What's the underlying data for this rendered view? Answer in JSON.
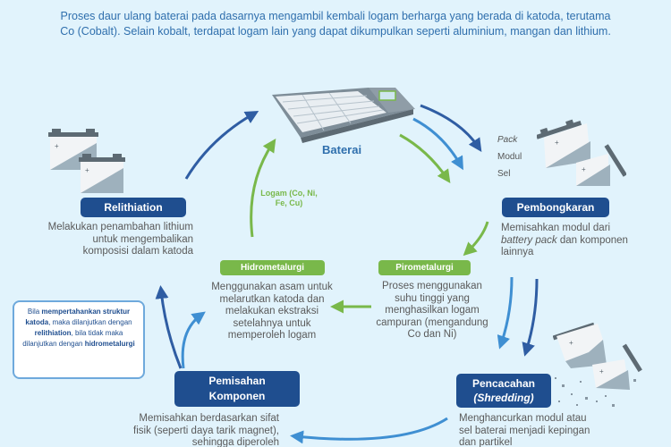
{
  "intro": {
    "text": "Proses daur ulang baterai pada dasarnya mengambil kembali logam berharga yang berada di katoda, terutama Co (Cobalt). Selain kobalt, terdapat logam lain yang dapat dikumpulkan seperti aluminium, mangan dan lithium."
  },
  "center": {
    "battery_label": "Baterai",
    "logam_label": "Logam (Co, Ni, Fe, Cu)"
  },
  "stack_labels": {
    "pack": "Pack",
    "modul": "Modul",
    "sel": "Sel"
  },
  "steps": {
    "relithiation": {
      "title": "Relithiation",
      "desc": "Melakukan penambahan lithium untuk mengembalikan komposisi dalam katoda"
    },
    "pembongkaran": {
      "title": "Pembongkaran",
      "desc_italic": "battery pack",
      "desc_pre": "Memisahkan modul dari",
      "desc_post": "dan komponen lainnya"
    },
    "hidrometalurgi": {
      "title": "Hidrometalurgi",
      "desc": "Menggunakan asam untuk melarutkan katoda dan melakukan ekstraksi setelahnya untuk memperoleh logam"
    },
    "pirometalurgi": {
      "title": "Pirometalurgi",
      "desc": "Proses menggunakan suhu tinggi yang menghasilkan logam campuran (mengandung Co dan Ni)"
    },
    "pemisahan": {
      "title_line1": "Pemisahan",
      "title_line2": "Komponen",
      "desc": "Memisahkan berdasarkan sifat fisik (seperti daya tarik magnet), sehingga diperoleh"
    },
    "pencacahan": {
      "title_line1": "Pencacahan",
      "title_line2": "(Shredding)",
      "desc": "Menghancurkan modul atau sel baterai menjadi kepingan dan partikel"
    }
  },
  "note": {
    "p1": "Bila ",
    "b1": "mempertahankan struktur katoda",
    "p2": ", maka dilanjutkan dengan ",
    "b2": "relithiation",
    "p3": ", bila tidak maka dilanjutkan dengan ",
    "b3": "hidrometalurgi"
  },
  "colors": {
    "background": "#e1f3fc",
    "dark_blue": "#1f4e8f",
    "mid_blue": "#3f8fd2",
    "green": "#79b84a",
    "text_blue": "#2f6fad"
  }
}
